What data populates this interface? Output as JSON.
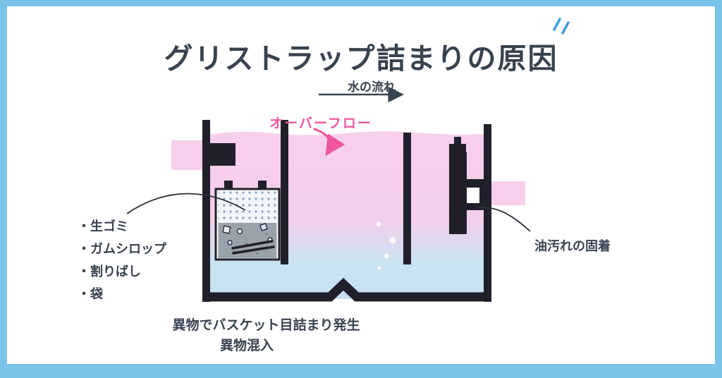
{
  "title": "グリストラップ詰まりの原因",
  "flow": {
    "label": "水の流れ"
  },
  "overflow": {
    "label": "オーバーフロー"
  },
  "debris_list": {
    "items": [
      "・生ゴミ",
      "・ガムシロップ",
      "・割りばし",
      "・袋"
    ]
  },
  "right_annotation": {
    "label": "油汚れの固着"
  },
  "bottom_annotations": {
    "line1": "異物でバスケット目詰まり発生",
    "line2": "異物混入"
  },
  "colors": {
    "frame_blue": "#79c2e8",
    "text_dark": "#39424f",
    "accent_pink": "#f0579e",
    "grease_pink": "#f6cfec",
    "water_blue": "#c6e2f1",
    "structure_dark": "#20202b",
    "sparkle_blue": "#3f9ede"
  }
}
